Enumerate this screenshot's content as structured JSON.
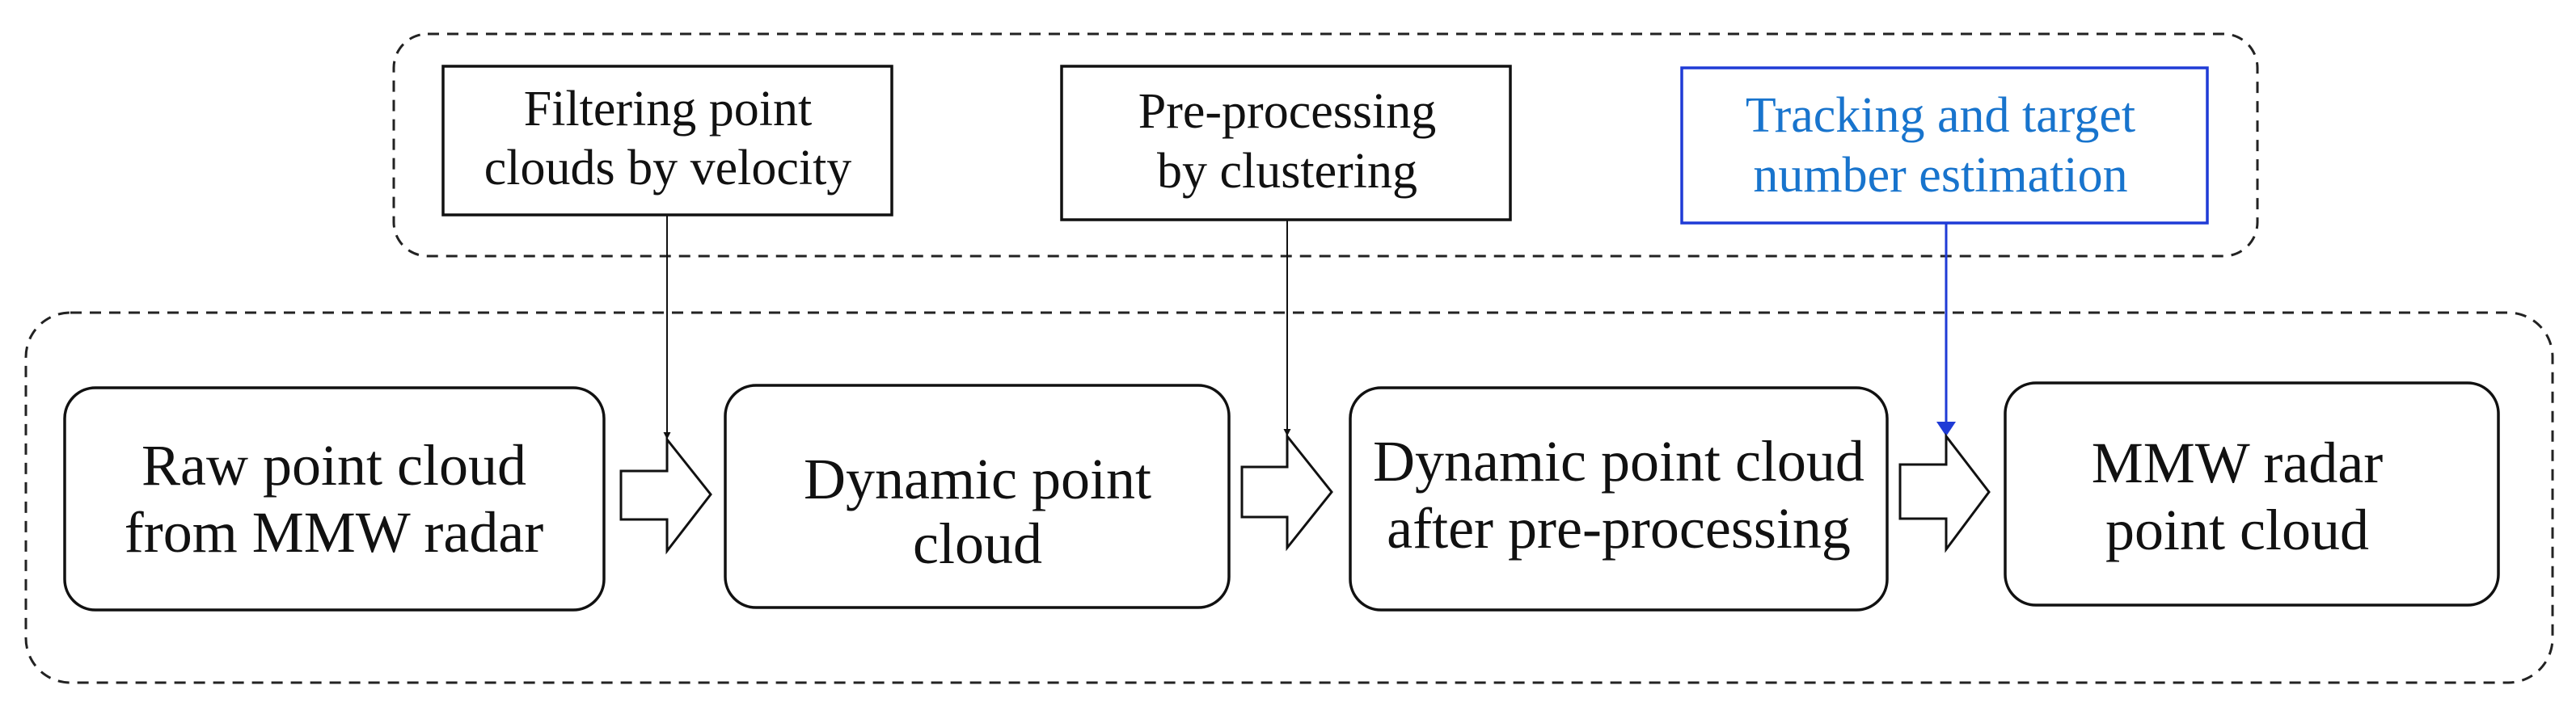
{
  "processing_steps": {
    "filtering": {
      "line1": "Filtering point",
      "line2": "clouds by velocity"
    },
    "clustering": {
      "line1": "Pre-processing",
      "line2": "by clustering"
    },
    "tracking": {
      "line1": "Tracking and target",
      "line2": "number estimation",
      "color": "#1874cd"
    }
  },
  "data_stages": {
    "raw": {
      "line1": "Raw point cloud",
      "line2": "from MMW radar"
    },
    "dynamic": {
      "line1": "Dynamic point",
      "line2": "cloud"
    },
    "preprocessed": {
      "line1": "Dynamic point cloud",
      "line2": "after pre-processing"
    },
    "output": {
      "line1": "MMW radar",
      "line2": "point cloud"
    }
  },
  "colors": {
    "highlight_stroke": "#1f3bd6",
    "highlight_text": "#1874cd"
  }
}
